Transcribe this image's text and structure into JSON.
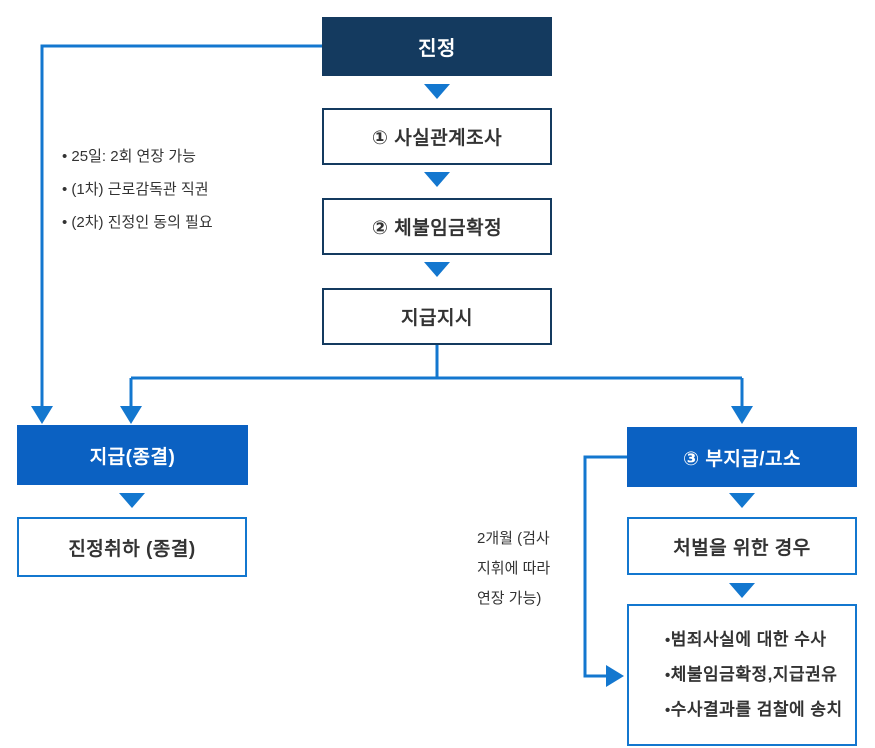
{
  "nodes": {
    "complaint": {
      "label": "진정"
    },
    "fact_investigation": {
      "label": "① 사실관계조사"
    },
    "wage_confirmation": {
      "label": "② 체불임금확정"
    },
    "payment_order": {
      "label": "지급지시"
    },
    "payment_closed": {
      "label": "지급(종결)"
    },
    "complaint_withdrawal": {
      "label": "진정취하 (종결)"
    },
    "nonpayment_accusation": {
      "label": "③ 부지급/고소"
    },
    "punishment_case": {
      "label": "처벌을 위한 경우"
    },
    "investigation": {
      "items": [
        "범죄사실에 대한 수사",
        "체불임금확정,지급권유",
        "수사결과를 검찰에 송치"
      ]
    }
  },
  "annotations": {
    "left_notes": [
      "25일: 2회 연장 가능",
      "(1차) 근로감독관 직권",
      "(2차) 진정인 동의 필요"
    ],
    "duration_note": [
      "2개월 (검사",
      "지휘에 따라",
      "연장 가능)"
    ]
  },
  "colors": {
    "navy": "#143a5f",
    "blue": "#0b61c2",
    "line_blue": "#1377cf",
    "text_dark": "#333333"
  }
}
